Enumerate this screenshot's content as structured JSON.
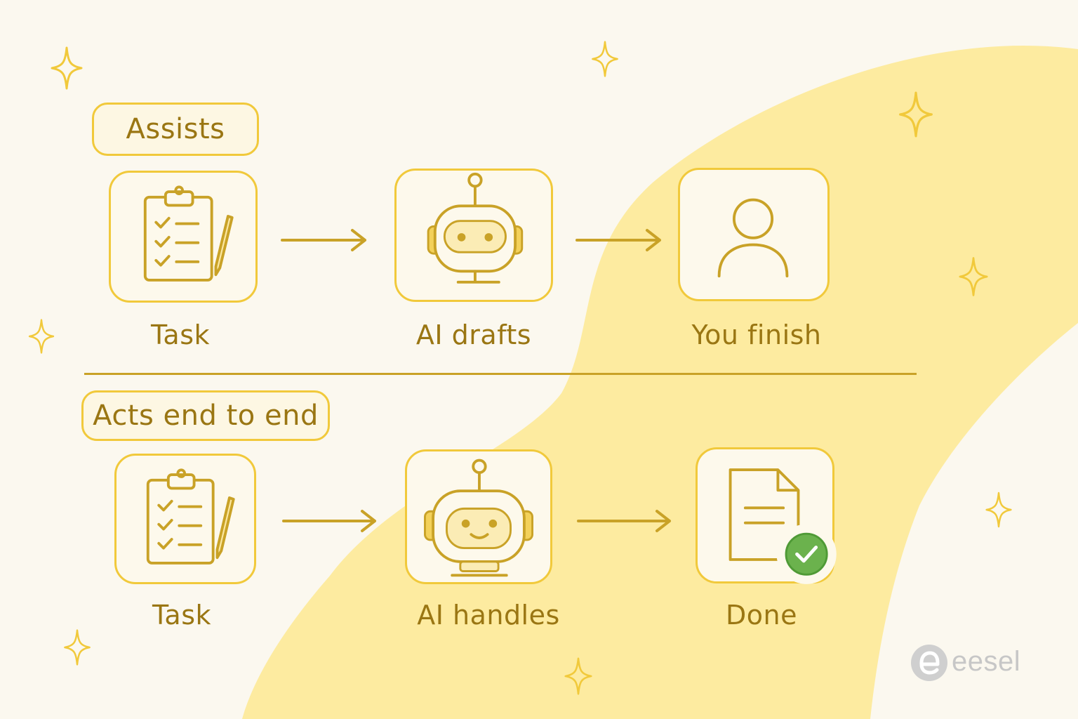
{
  "colors": {
    "background": "#fbf8ef",
    "blob": "#fdeba0",
    "accent": "#f1c93b",
    "ink": "#9a7613",
    "check": "#6bb24d"
  },
  "top_row": {
    "title": "Assists",
    "steps": [
      {
        "label": "Task",
        "icon": "clipboard-checklist-icon"
      },
      {
        "label": "AI drafts",
        "icon": "robot-icon"
      },
      {
        "label": "You finish",
        "icon": "person-icon"
      }
    ]
  },
  "bottom_row": {
    "title": "Acts end to end",
    "steps": [
      {
        "label": "Task",
        "icon": "clipboard-checklist-icon"
      },
      {
        "label": "AI handles",
        "icon": "smiling-robot-icon"
      },
      {
        "label": "Done",
        "icon": "document-check-icon"
      }
    ]
  },
  "brand": {
    "name": "eesel"
  }
}
